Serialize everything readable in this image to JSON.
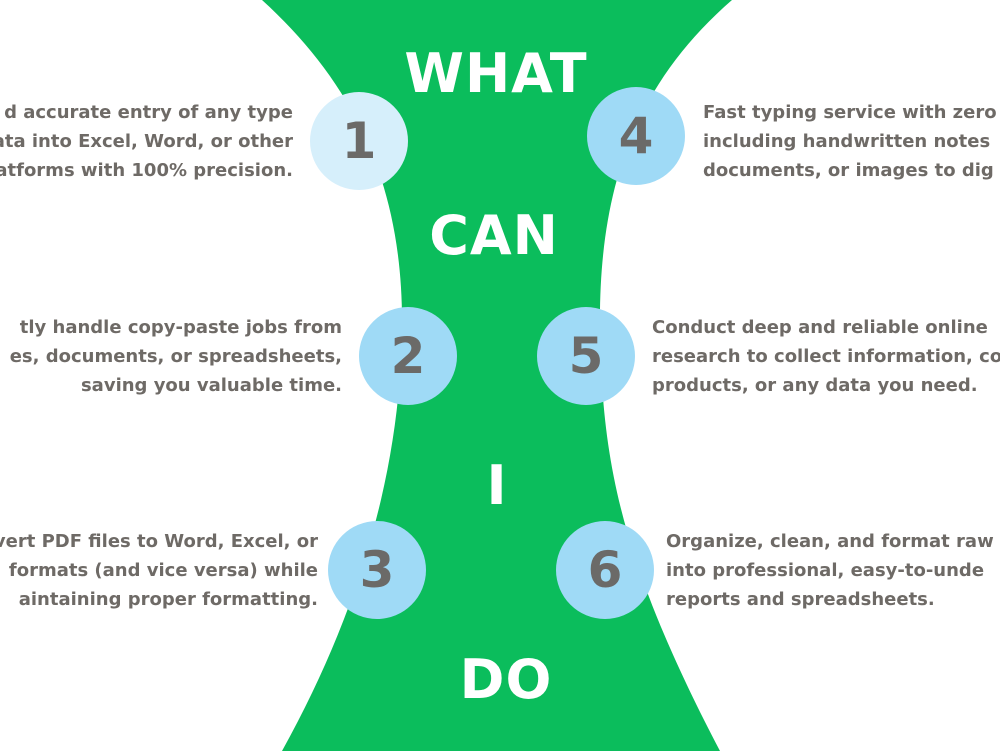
{
  "colors": {
    "green": "#0bbd5c",
    "badge_light": "#d6effb",
    "badge": "#9fdaf6",
    "number": "#6b6a68",
    "text": "#6e6a66"
  },
  "title_words": [
    "WHAT",
    "CAN",
    "I",
    "DO"
  ],
  "services": [
    {
      "number": "1",
      "side": "left",
      "lines": [
        "d accurate entry of any type",
        "ata into Excel, Word, or other",
        "atforms with 100% precision."
      ]
    },
    {
      "number": "2",
      "side": "left",
      "lines": [
        "tly handle copy-paste jobs from",
        "es, documents, or spreadsheets,",
        "saving you valuable time."
      ]
    },
    {
      "number": "3",
      "side": "left",
      "lines": [
        "vert PDF files to Word, Excel, or",
        "formats (and vice versa) while",
        "aintaining proper formatting."
      ]
    },
    {
      "number": "4",
      "side": "right",
      "lines": [
        "Fast typing service with zero",
        "including handwritten notes",
        "documents, or images to dig"
      ]
    },
    {
      "number": "5",
      "side": "right",
      "lines": [
        "Conduct deep and reliable online",
        "research to collect information, co",
        "products, or any data you need."
      ]
    },
    {
      "number": "6",
      "side": "right",
      "lines": [
        "Organize, clean, and format raw",
        "into professional, easy-to-unde",
        "reports and spreadsheets."
      ]
    }
  ]
}
